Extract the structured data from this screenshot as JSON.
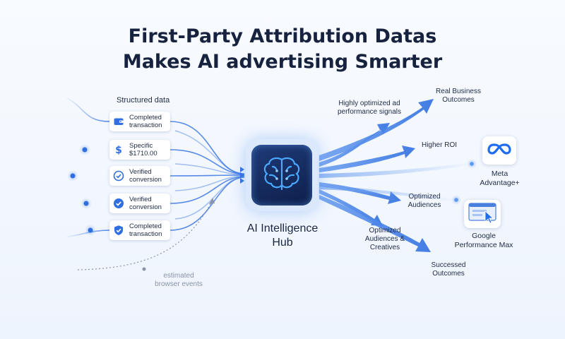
{
  "title": {
    "line1": "First-Party Attribution Datas",
    "line2": "Makes AI advertising Smarter"
  },
  "inputs": {
    "heading": "Structured data",
    "cards": [
      {
        "label": "Completed\ntransaction",
        "icon": "wallet-icon"
      },
      {
        "label": "Specific\n$1710.00",
        "icon": "dollar-icon"
      },
      {
        "label": "Verified\nconversion",
        "icon": "badge-check-icon"
      },
      {
        "label": "Verified\nconversion",
        "icon": "check-circle-icon"
      },
      {
        "label": "Completed\ntransaction",
        "icon": "shield-check-icon"
      }
    ],
    "estimated_label": "estimated\nbrowser events"
  },
  "hub": {
    "label": "AI Intelligence\nHub",
    "icon": "brain-icon"
  },
  "outputs": [
    {
      "label": "Highly optimized ad\nperformance signals"
    },
    {
      "label": "Real Business\nOutcomes"
    },
    {
      "label": "Higher ROI"
    },
    {
      "label": "Optimized\nAudiences"
    },
    {
      "label": "Optimized\nAudiences &\nCreatives"
    },
    {
      "label": "Successed\nOutcomes"
    }
  ],
  "platforms": [
    {
      "label": "Meta\nAdvantage+",
      "icon": "meta-infinity-icon"
    },
    {
      "label": "Google\nPerformance Max",
      "icon": "browser-cursor-icon"
    }
  ],
  "colors": {
    "accent": "#2f6fe0",
    "hub_dark": "#0e1f4a",
    "brain_glow": "#4aa8ff",
    "title": "#17223f"
  }
}
